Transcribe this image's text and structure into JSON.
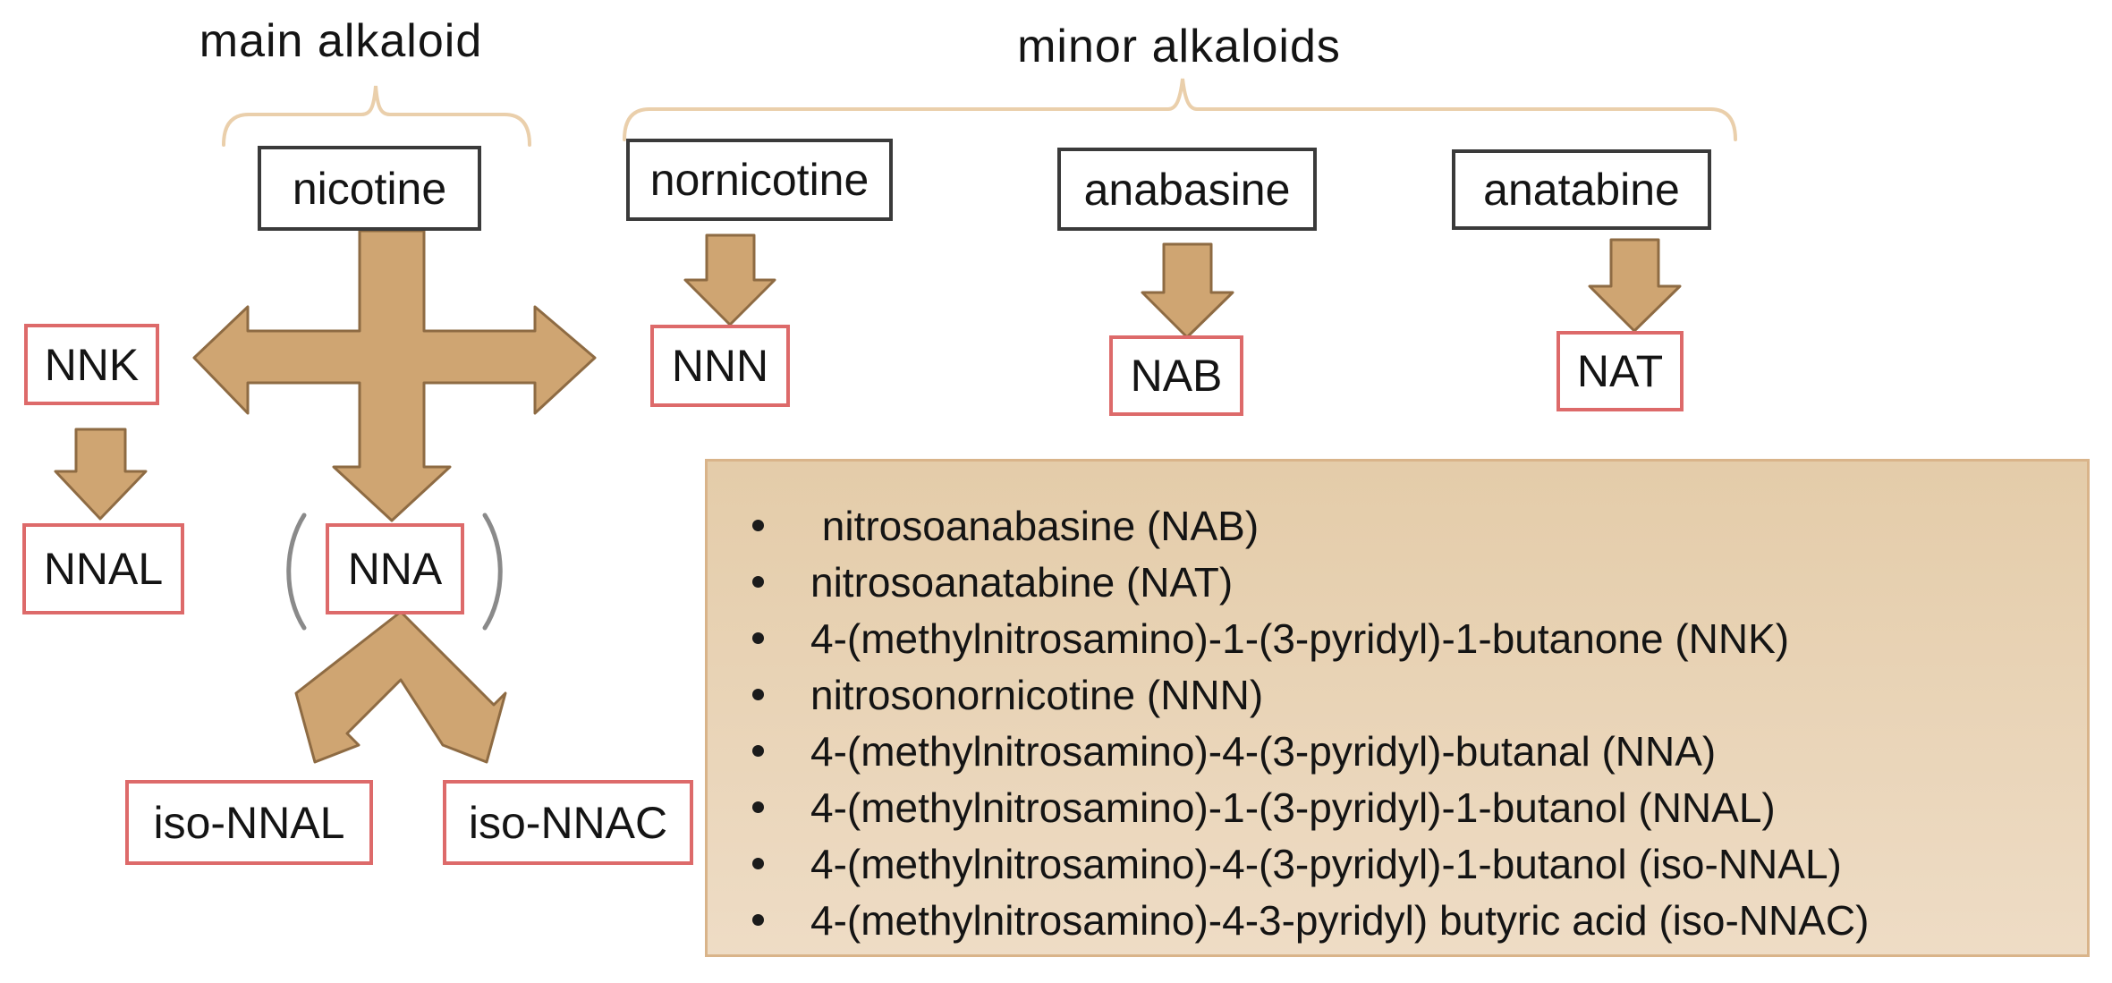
{
  "labels": {
    "main_group": "main alkaloid",
    "minor_group": "minor alkaloids"
  },
  "nodes": {
    "nicotine": "nicotine",
    "nornicotine": "nornicotine",
    "anabasine": "anabasine",
    "anatabine": "anatabine",
    "nnk": "NNK",
    "nnn": "NNN",
    "nab": "NAB",
    "nat": "NAT",
    "nnal": "NNAL",
    "nna": "NNA",
    "iso_nnal": "iso-NNAL",
    "iso_nnac": "iso-NNAC"
  },
  "legend": {
    "items": [
      " nitrosoanabasine (NAB)",
      "nitrosoanatabine (NAT)",
      "4-(methylnitrosamino)-1-(3-pyridyl)-1-butanone (NNK)",
      "nitrosonornicotine (NNN)",
      "4-(methylnitrosamino)-4-(3-pyridyl)-butanal (NNA)",
      "4-(methylnitrosamino)-1-(3-pyridyl)-1-butanol (NNAL)",
      "4-(methylnitrosamino)-4-(3-pyridyl)-1-butanol (iso-NNAL)",
      "4-(methylnitrosamino)-4-3-pyridyl) butyric acid (iso-NNAC)"
    ]
  },
  "colors": {
    "arrow_fill": "#cfa572",
    "arrow_stroke": "#8e6b43",
    "brace": "#eacfab",
    "red_border": "#dd6a6a",
    "dark_border": "#3a3a3a",
    "legend_bg_top": "#e4cca9",
    "legend_bg_bottom": "#eedcc5",
    "legend_border": "#d9b48a",
    "paren": "#8a8a8a",
    "text": "#141414"
  }
}
